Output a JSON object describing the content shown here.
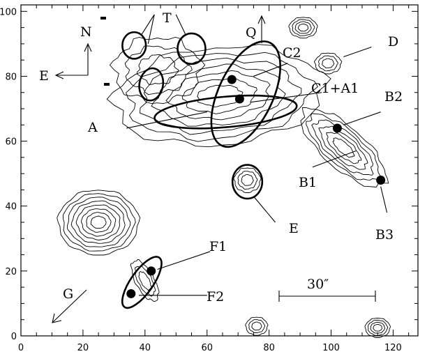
{
  "chart_data": {
    "type": "contour",
    "title": "",
    "xlabel": "",
    "ylabel": "",
    "xlim": [
      0,
      128
    ],
    "ylim": [
      0,
      102
    ],
    "x_ticks": [
      0,
      20,
      40,
      60,
      80,
      100,
      120
    ],
    "y_ticks": [
      0,
      20,
      40,
      60,
      80,
      100
    ],
    "x_tick_labels": [
      "0",
      "20",
      "40",
      "60",
      "80",
      "100",
      "120"
    ],
    "y_tick_labels": [
      "0",
      "20",
      "40",
      "60",
      "80",
      "100"
    ],
    "compass": {
      "north": "N",
      "east": "E",
      "q": "Q",
      "g": "G"
    },
    "scale_bar": {
      "label": "30″",
      "x_start": 80,
      "x_end": 110,
      "y": 11.5
    },
    "labels": {
      "T": "T",
      "C2": "C2",
      "C1A1": "C1+A1",
      "A": "A",
      "D": "D",
      "B2": "B2",
      "B1": "B1",
      "B3": "B3",
      "E": "E",
      "F1": "F1",
      "F2": "F2"
    },
    "points": [
      {
        "name": "C2",
        "x": 68,
        "y": 79
      },
      {
        "name": "C1+A1",
        "x": 70.5,
        "y": 73
      },
      {
        "name": "B2",
        "x": 102,
        "y": 64
      },
      {
        "name": "B3",
        "x": 116,
        "y": 48
      },
      {
        "name": "F1",
        "x": 42,
        "y": 20
      },
      {
        "name": "F2",
        "x": 35.5,
        "y": 13
      }
    ],
    "regions": [
      {
        "name": "T1",
        "cx": 36.5,
        "cy": 89.5,
        "rx": 3.8,
        "ry": 4.1,
        "angle": 0
      },
      {
        "name": "T2",
        "cx": 55,
        "cy": 88.5,
        "rx": 4.5,
        "ry": 4.7,
        "angle": 0
      },
      {
        "name": "T3",
        "cx": 42,
        "cy": 77.5,
        "rx": 3.8,
        "ry": 5.0,
        "angle": 10
      },
      {
        "name": "C2",
        "cx": 72.5,
        "cy": 74.5,
        "rx": 8.8,
        "ry": 17.5,
        "angle": 25
      },
      {
        "name": "A",
        "cx": 66,
        "cy": 69,
        "rx": 23,
        "ry": 4.7,
        "angle": -5
      },
      {
        "name": "E",
        "cx": 73,
        "cy": 47.5,
        "rx": 4.8,
        "ry": 5.2,
        "angle": 0
      },
      {
        "name": "F",
        "cx": 39,
        "cy": 16.5,
        "rx": 3.6,
        "ry": 9.3,
        "angle": 35
      }
    ]
  }
}
